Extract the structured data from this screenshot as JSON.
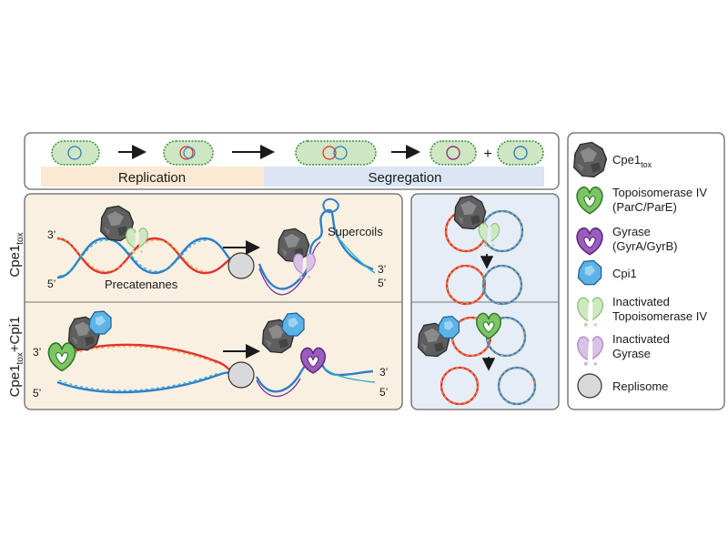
{
  "top_row": {
    "plus": "+",
    "phase_replication": "Replication",
    "phase_segregation": "Segregation"
  },
  "row_labels": {
    "row1_base": "Cpe1",
    "row1_sub": "tox",
    "row2_base": "Cpe1",
    "row2_sub": "tox",
    "row2_suffix": "+Cpi1"
  },
  "panel1": {
    "end_3_left": "3’",
    "end_5_left": "5’",
    "end_3_right": "3’",
    "end_5_right": "5’",
    "precatenanes": "Precatenanes",
    "supercoils": "Supercoils"
  },
  "panel2": {
    "end_3_left": "3’",
    "end_5_left": "5’",
    "end_3_right": "3’",
    "end_5_right": "5’"
  },
  "legend": {
    "cpe1_base": "Cpe1",
    "cpe1_sub": "tox",
    "topo_line1": "Topoisomerase IV",
    "topo_line2": "(ParC/ParE)",
    "gyrase_line1": "Gyrase",
    "gyrase_line2": "(GyrA/GyrB)",
    "cpi1": "Cpi1",
    "inact_topo_line1": "Inactivated",
    "inact_topo_line2": "Topoisomerase IV",
    "inact_gyr_line1": "Inactivated",
    "inact_gyr_line2": "Gyrase",
    "replisome": "Replisome"
  },
  "colors": {
    "cell_fill": "#cfe6c2",
    "cell_border": "#2f8f3a",
    "replication_band": "#fbe9d3",
    "segregation_band": "#dbe5f3",
    "panel_bg": "#faf0e2",
    "right_panel_bg": "#e6edf7",
    "dna_red": "#e0342e",
    "dna_orange": "#f0a640",
    "dna_blue": "#2f7ec9",
    "dna_teal": "#29b2c9",
    "dna_purple": "#7a3f9c",
    "topo_green": "#5bb04a",
    "gyrase_purple": "#8a4ca8",
    "cpi1_blue": "#4aa8e0",
    "cpe1_gray": "#5a5a5a",
    "replisome_gray": "#d9d9d9"
  },
  "icons": [
    "cpe1-toxin-icon",
    "topoisomerase-iv-icon",
    "gyrase-icon",
    "cpi1-icon",
    "inactivated-topoisomerase-icon",
    "inactivated-gyrase-icon",
    "replisome-icon",
    "arrow-right-icon",
    "arrow-down-icon"
  ]
}
